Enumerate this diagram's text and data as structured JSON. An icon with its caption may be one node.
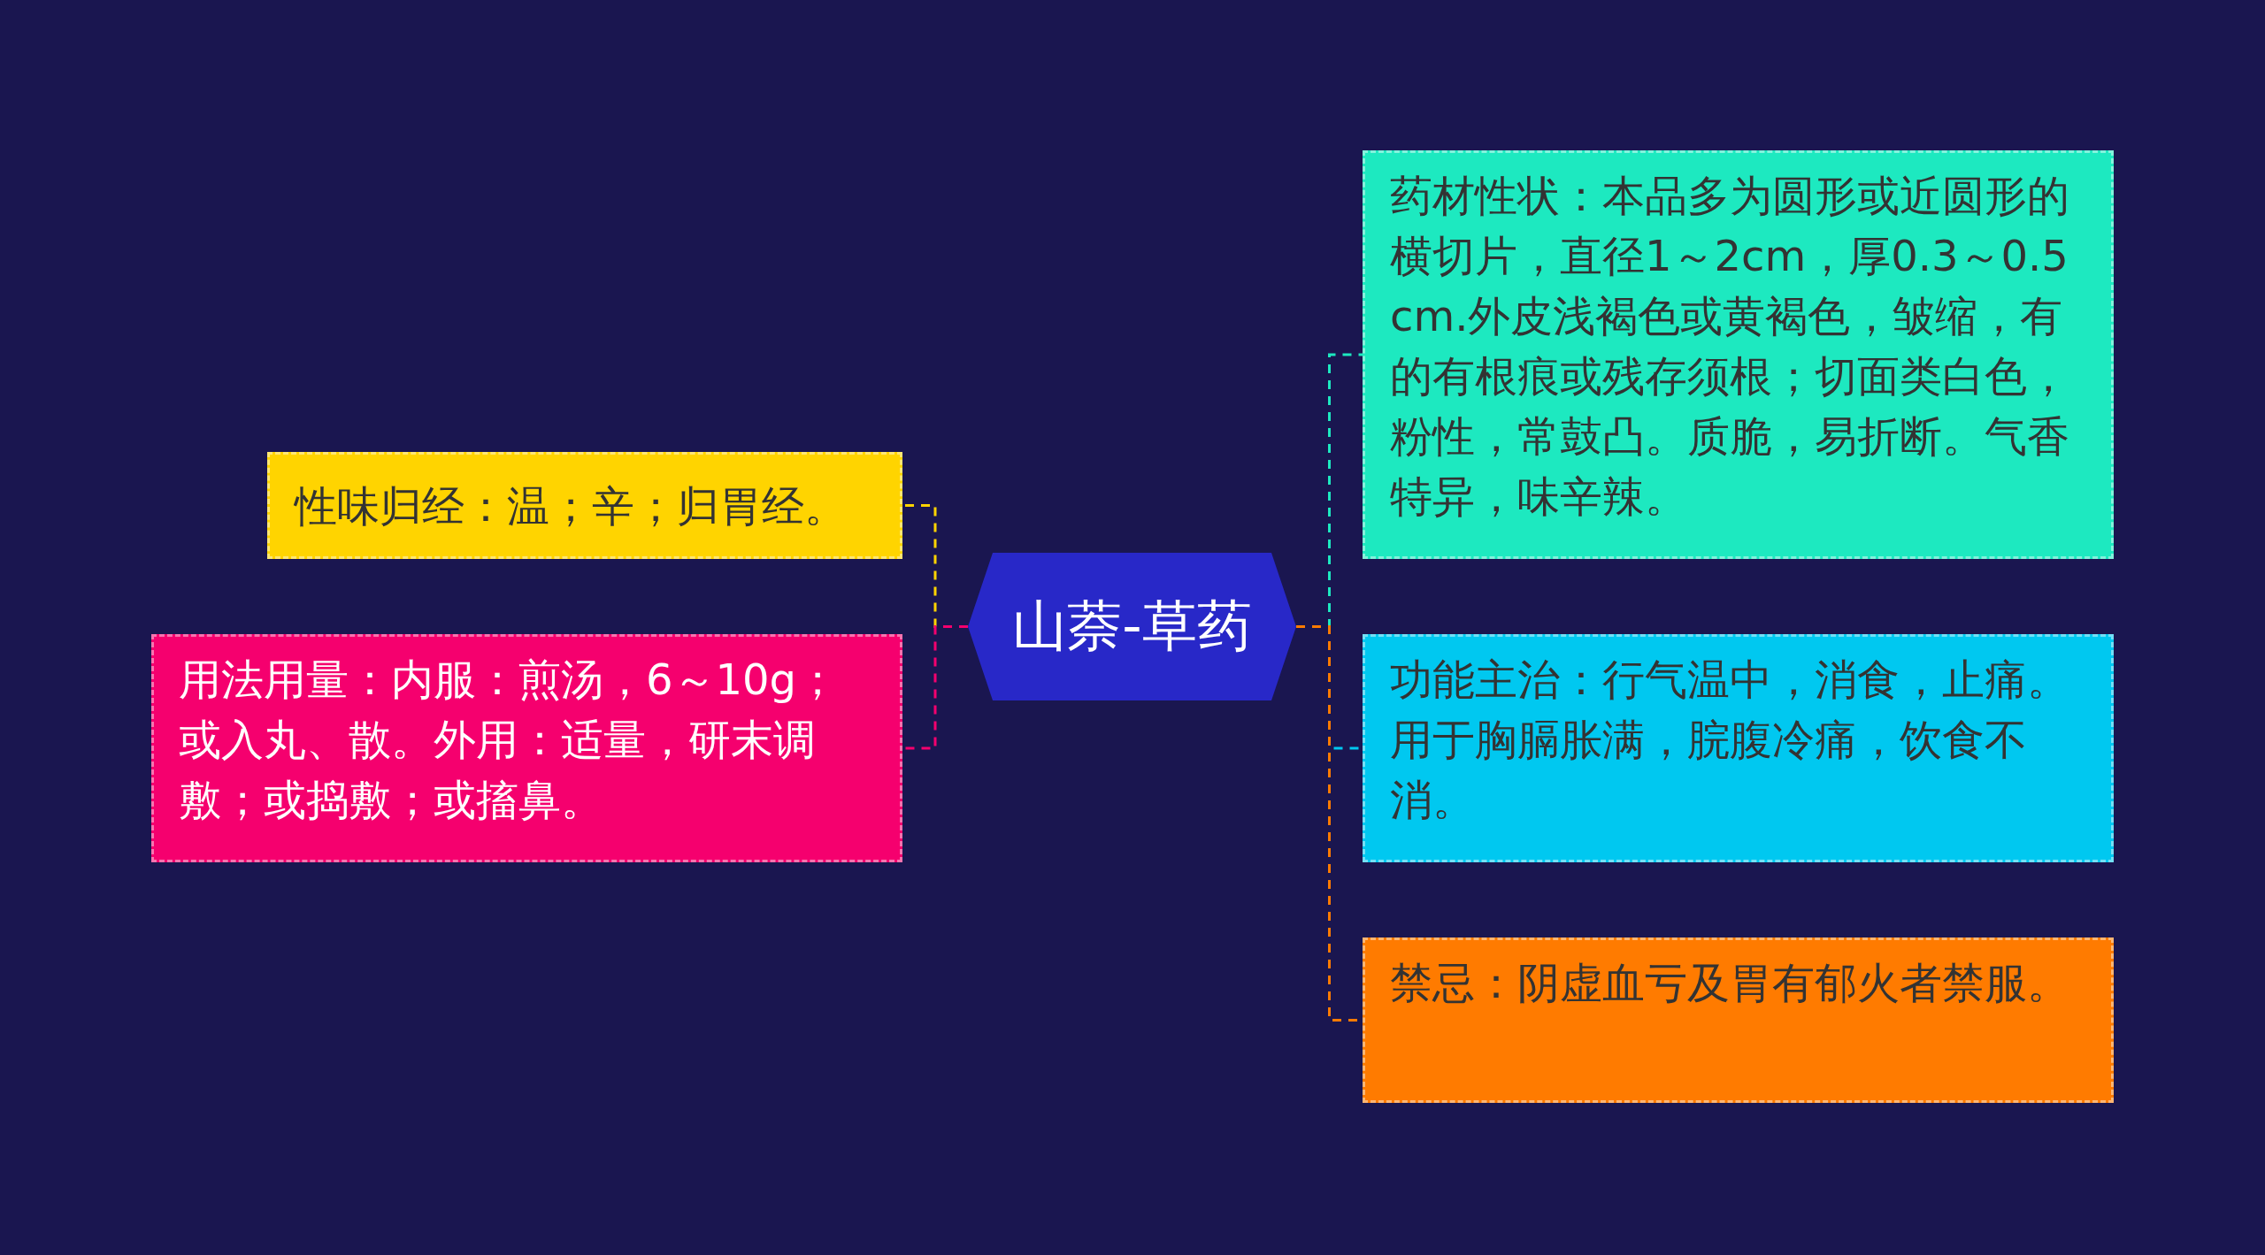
{
  "diagram": {
    "nodes": [
      {
        "text": [
          "山萘-草药"
        ]
      },
      {
        "text": [
          "性味归经：温；辛；归胃经。"
        ]
      },
      {
        "text": [
          "用法用量：内服：煎汤，6～10g；或入丸、散。外用：适量，研末调敷；或捣敷；或搐鼻。"
        ]
      },
      {
        "text": [
          "药材性状：本品多为圆形或近圆形的横切片，直径1～2cm，厚0.3～0.5cm.外皮浅褐色或黄褐色，皱缩，有的有根痕或残存须根；切面类白色，粉性，常鼓凸。质脆，易折断。气香特异，味辛辣。"
        ]
      },
      {
        "text": [
          "功能主治：行气温中，消食，止痛。用于胸膈胀满，脘腹冷痛，饮食不消。"
        ]
      },
      {
        "text": [
          "禁忌：阴虚血亏及胃有郁火者禁服。"
        ]
      }
    ],
    "edges": [
      {
        "from": 0,
        "to": 1,
        "arrow": "none",
        "style": "dashed",
        "color": "#ffd400"
      },
      {
        "from": 0,
        "to": 2,
        "arrow": "none",
        "style": "dashed",
        "color": "#f5006e"
      },
      {
        "from": 0,
        "to": 3,
        "arrow": "none",
        "style": "dashed",
        "color": "#1de9c0"
      },
      {
        "from": 0,
        "to": 4,
        "arrow": "none",
        "style": "dashed",
        "color": "#00c8f0"
      },
      {
        "from": 0,
        "to": 5,
        "arrow": "none",
        "style": "dashed",
        "color": "#ff7b00"
      }
    ]
  }
}
